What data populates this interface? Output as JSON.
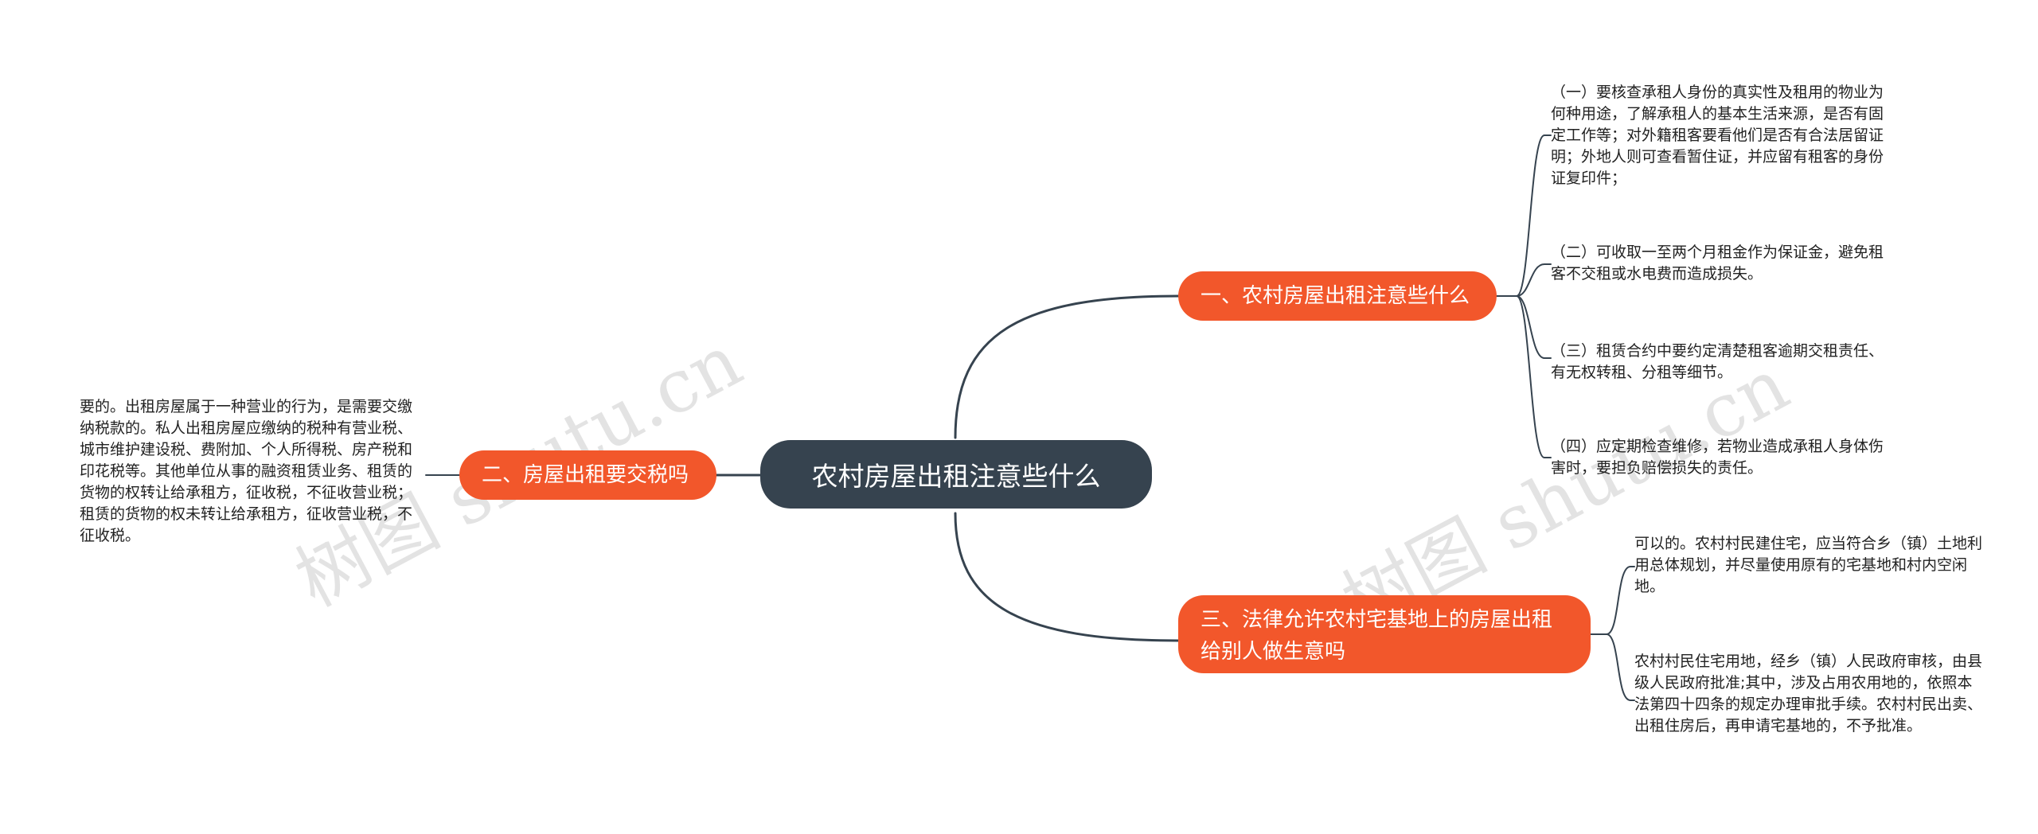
{
  "central": {
    "label": "农村房屋出租注意些什么"
  },
  "branches": [
    {
      "label": "一、农村房屋出租注意些什么",
      "leaves": [
        "（一）要核查承租人身份的真实性及租用的物业为何种用途，了解承租人的基本生活来源，是否有固定工作等；对外籍租客要看他们是否有合法居留证明；外地人则可查看暂住证，并应留有租客的身份证复印件；",
        "（二）可收取一至两个月租金作为保证金，避免租客不交租或水电费而造成损失。",
        "（三）租赁合约中要约定清楚租客逾期交租责任、有无权转租、分租等细节。",
        "（四）应定期检查维修，若物业造成承租人身体伤害时，要担负赔偿损失的责任。"
      ]
    },
    {
      "label": "二、房屋出租要交税吗",
      "leaves": [
        "要的。出租房屋属于一种营业的行为，是需要交缴纳税款的。私人出租房屋应缴纳的税种有营业税、城市维护建设税、费附加、个人所得税、房产税和印花税等。其他单位从事的融资租赁业务、租赁的货物的权转让给承租方，征收税，不征收营业税；租赁的货物的权未转让给承租方，征收营业税，不征收税。"
      ]
    },
    {
      "label": "三、法律允许农村宅基地上的房屋出租给别人做生意吗",
      "leaves": [
        "可以的。农村村民建住宅，应当符合乡（镇）土地利用总体规划，并尽量使用原有的宅基地和村内空闲地。",
        "农村村民住宅用地，经乡（镇）人民政府审核，由县级人民政府批准;其中，涉及占用农用地的，依照本法第四十四条的规定办理审批手续。农村村民出卖、出租住房后，再申请宅基地的，不予批准。"
      ]
    }
  ],
  "watermarks": [
    "树图 shutu.cn",
    "树图 shutu.cn"
  ],
  "colors": {
    "central": "#36434f",
    "branch": "#f2572b",
    "line": "#36434f",
    "leaf_text": "#222222"
  }
}
